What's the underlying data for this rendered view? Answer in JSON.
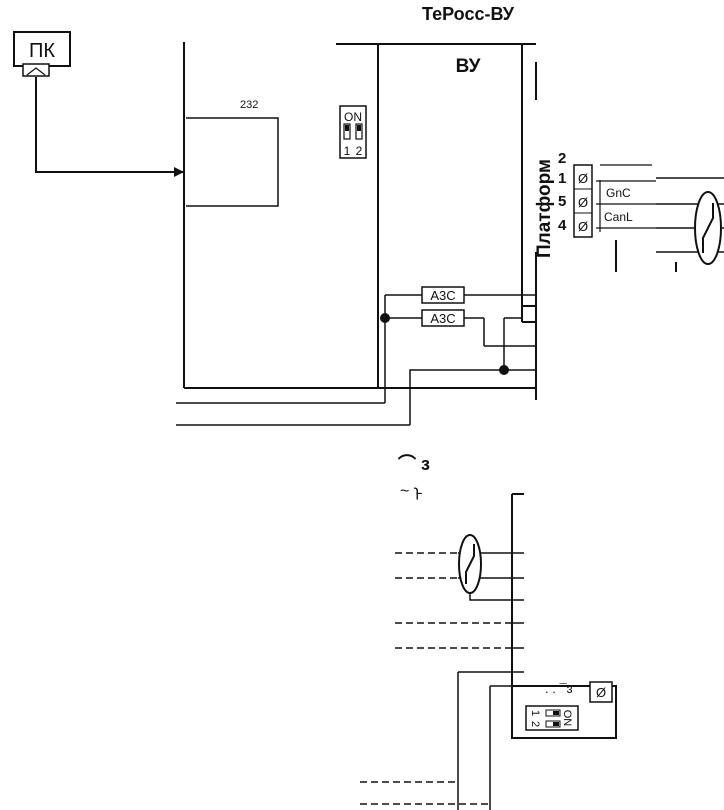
{
  "title": "ТеРосс-ВУ",
  "pc_label": "ПК",
  "vu_label": "ВУ",
  "platform_label": "Платформ",
  "dip_top": {
    "on": "ON",
    "one": "1",
    "two": "2"
  },
  "dip_bottom": {
    "on": "ON",
    "one": "1",
    "two": "2"
  },
  "partial_label_232": "232",
  "terminals": [
    {
      "num": "2",
      "sym": "",
      "label": ""
    },
    {
      "num": "1",
      "sym": "Ø",
      "label": "GnC"
    },
    {
      "num": "5",
      "sym": "Ø",
      "label": "CanL"
    },
    {
      "num": "4",
      "sym": "Ø",
      "label": ""
    }
  ],
  "fuses": [
    "А3С",
    "А3С"
  ],
  "bottom_terminal_sym": "Ø",
  "colors": {
    "line": "#111111",
    "background": "#ffffff"
  }
}
